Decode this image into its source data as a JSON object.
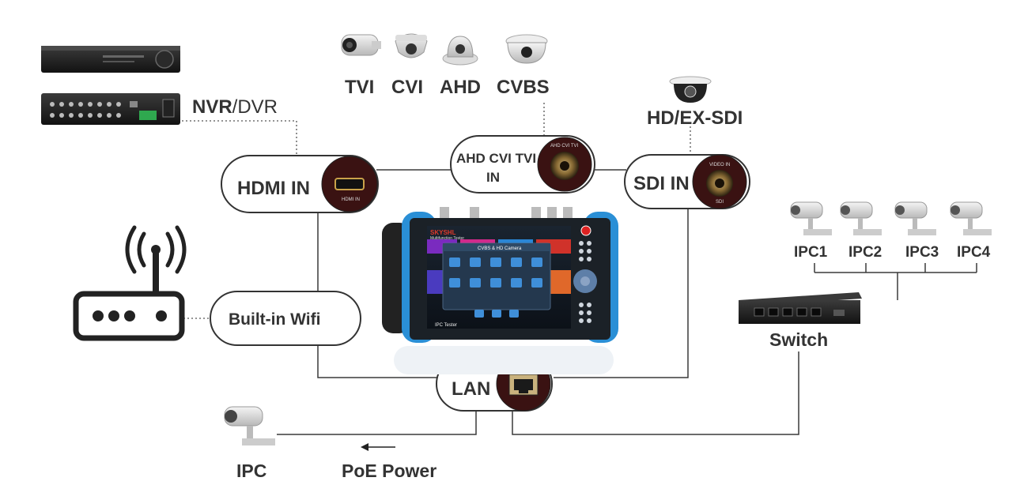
{
  "device_labels": {
    "nvr_dvr_bold": "NVR",
    "nvr_dvr_rest": "/DVR",
    "tvi": "TVI",
    "cvi": "CVI",
    "ahd": "AHD",
    "cvbs": "CVBS",
    "hd_ex_sdi": "HD/EX-SDI",
    "ipc1": "IPC1",
    "ipc2": "IPC2",
    "ipc3": "IPC3",
    "ipc4": "IPC4",
    "switch": "Switch",
    "ipc": "IPC",
    "poe_power": "PoE Power"
  },
  "interfaces": {
    "hdmi_in": "HDMI IN",
    "analog_in_line1": "AHD CVI TVI",
    "analog_in_line2": "IN",
    "sdi_in": "SDI IN",
    "wifi": "Built-in Wifi",
    "lan": "LAN"
  },
  "port_captions": {
    "hdmi": "HDMI IN",
    "analog": "AHD CVI TVI",
    "sdi": "VIDEO IN",
    "sdi_sub": "SDI"
  },
  "tester_screen": {
    "brand": "SKYSHL",
    "subtitle": "Multifunction Tester",
    "dialog_title": "CVBS & HD Camera",
    "bottom_label": "IPC Tester"
  },
  "colors": {
    "tester_body": "#2a8fd6",
    "tester_body_dark": "#1b5f9a",
    "port_disk": "#3a1212",
    "line": "#3a3a3a"
  }
}
